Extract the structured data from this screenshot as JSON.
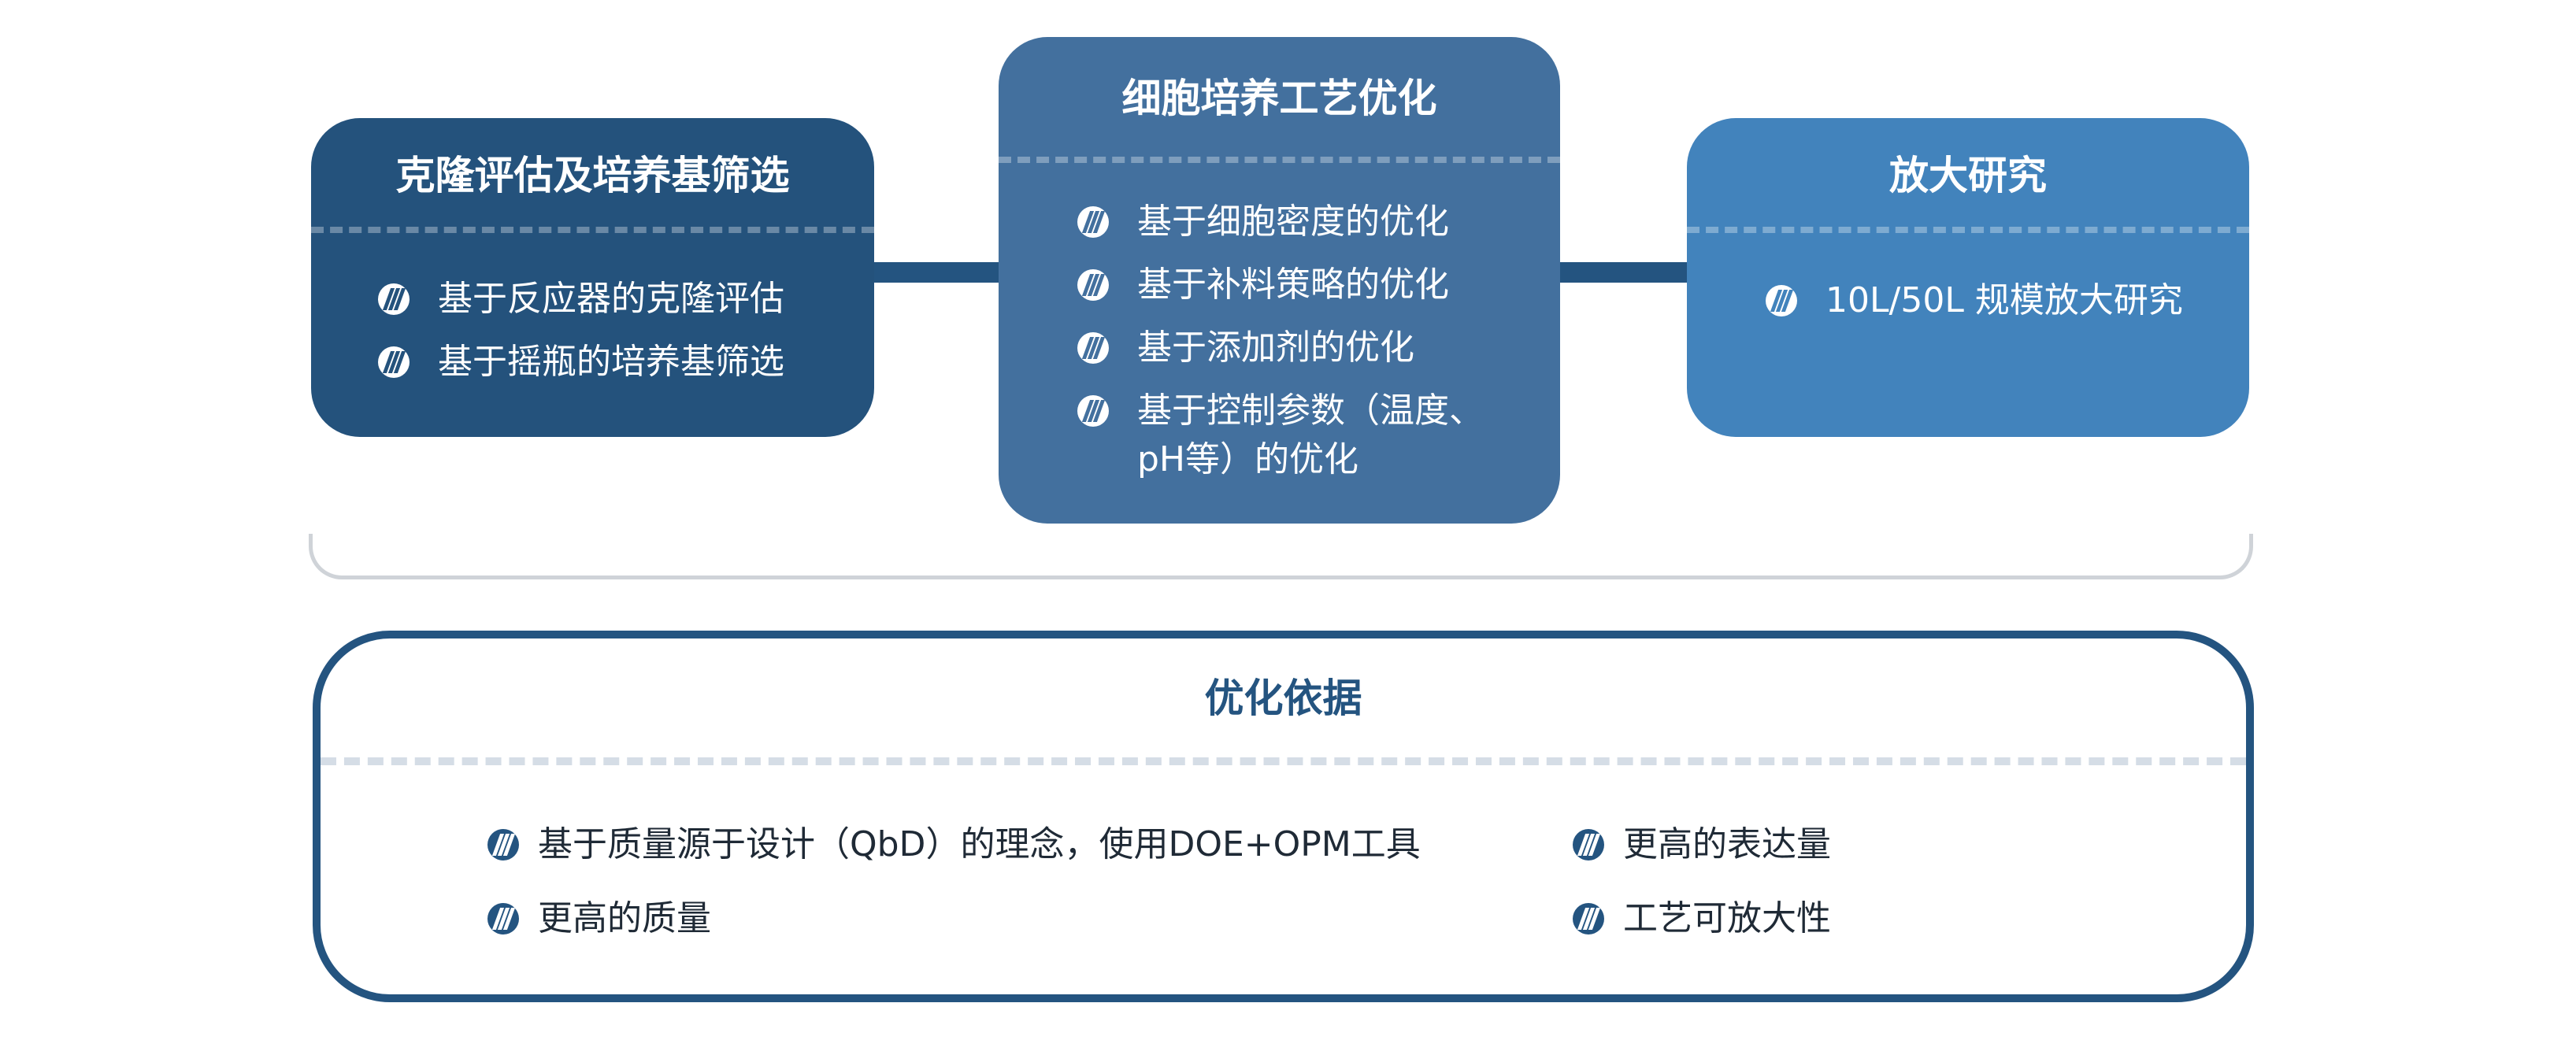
{
  "clone_card": {
    "title": "克隆评估及培养基筛选",
    "items": [
      "基于反应器的克隆评估",
      "基于摇瓶的培养基筛选"
    ]
  },
  "process_card": {
    "title": "细胞培养工艺优化",
    "items": [
      "基于细胞密度的优化",
      "基于补料策略的优化",
      "基于添加剂的优化",
      "基于控制参数（温度、pH等）的优化"
    ]
  },
  "scale_card": {
    "title": "放大研究",
    "items": [
      "10L/50L 规模放大研究"
    ]
  },
  "basis": {
    "title": "优化依据",
    "left_items": [
      "基于质量源于设计（QbD）的理念，使用DOE+OPM工具",
      "更高的质量"
    ],
    "right_items": [
      "更高的表达量",
      "工艺可放大性"
    ]
  },
  "colors": {
    "clone_card": "#24527c",
    "process_card": "#43709e",
    "scale_card": "#4283bc",
    "basis_border": "#245480"
  },
  "icons": {
    "bullet": "slanted-stripes-icon"
  }
}
